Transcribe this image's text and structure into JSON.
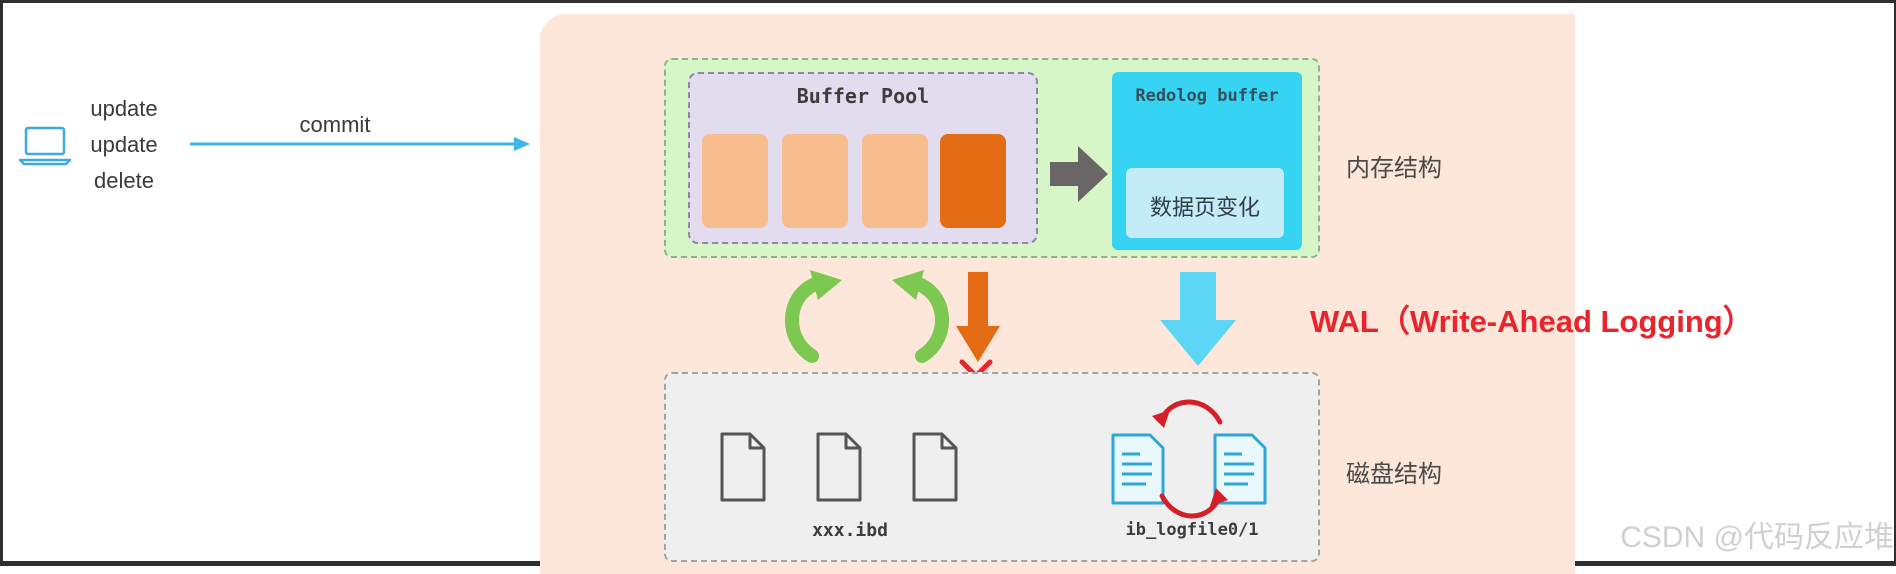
{
  "client": {
    "icon": "laptop-icon",
    "operations": [
      "update",
      "update",
      "delete"
    ],
    "commit_label": "commit"
  },
  "memory": {
    "buffer_pool_title": "Buffer Pool",
    "redolog_buffer_title": "Redolog buffer",
    "page_change_label": "数据页变化",
    "region_label": "内存结构"
  },
  "disk": {
    "data_file_label": "xxx.ibd",
    "log_file_label": "ib_logfile0/1",
    "region_label": "磁盘结构"
  },
  "wal_label": "WAL（Write-Ahead Logging）",
  "watermark": "CSDN @代码反应堆",
  "colors": {
    "page_light": "#f8bd8f",
    "page_dirty": "#e46c14",
    "memory_bg": "#d6f6c8",
    "redolog_bg": "#36d3f2",
    "sync_arrow": "#7cc850",
    "flush_arrow": "#e46c14",
    "redo_write_arrow": "#5cd6f4",
    "cross": "#e8252c",
    "wal_text": "#e8252c"
  }
}
